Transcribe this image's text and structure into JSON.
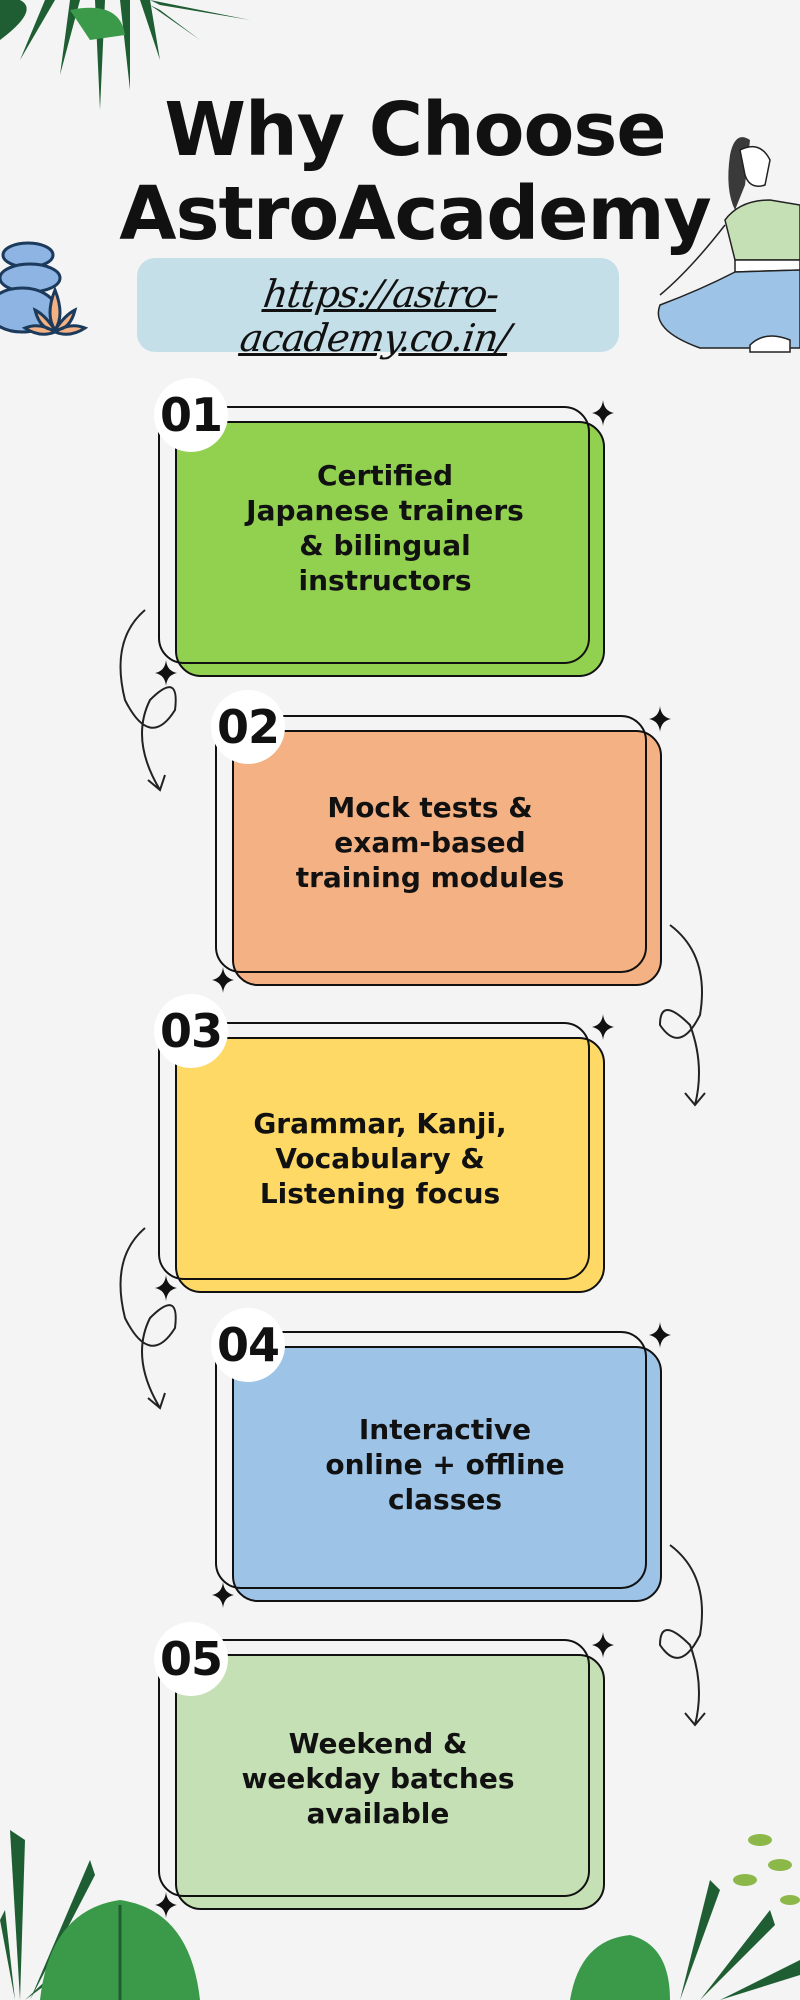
{
  "header": {
    "title_line1": "Why Choose",
    "title_line2": "AstroAcademy",
    "url": "https://astro-academy.co.in/"
  },
  "colors": {
    "background": "#f4f4f4",
    "url_box": "#c5dfe8",
    "card1": "#92d050",
    "card2": "#f4b183",
    "card3": "#ffd966",
    "card4": "#9dc3e6",
    "card5": "#c5e0b4"
  },
  "cards": [
    {
      "number": "01",
      "lines": [
        "Certified",
        "Japanese trainers",
        "& bilingual",
        "instructors"
      ]
    },
    {
      "number": "02",
      "lines": [
        "Mock tests &",
        "exam-based",
        "training modules"
      ]
    },
    {
      "number": "03",
      "lines": [
        "Grammar, Kanji,",
        "Vocabulary &",
        "Listening focus"
      ]
    },
    {
      "number": "04",
      "lines": [
        "Interactive",
        "online + offline",
        "classes"
      ]
    },
    {
      "number": "05",
      "lines": [
        "Weekend &",
        "weekday batches",
        "available"
      ]
    }
  ]
}
